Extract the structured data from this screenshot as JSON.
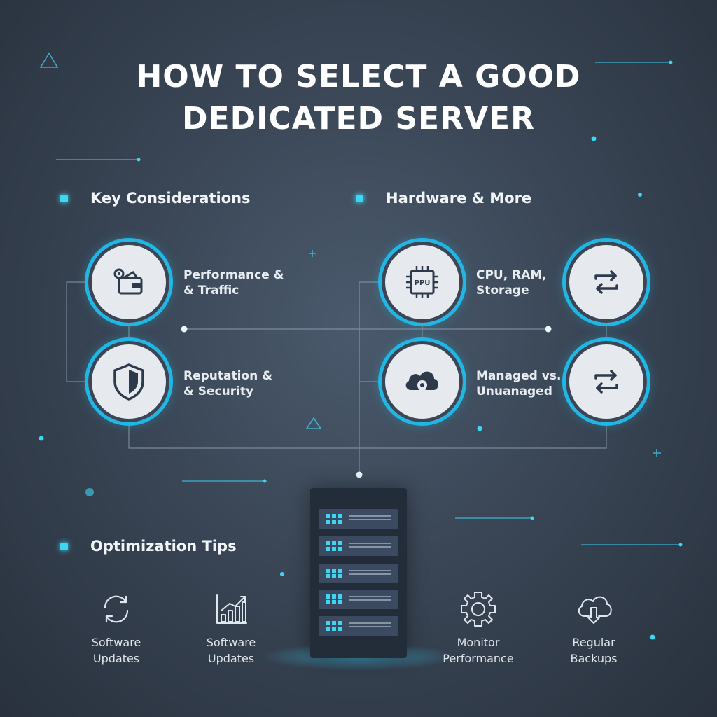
{
  "title": {
    "line1": "HOW TO SELECT A GOOD",
    "line2": "DEDICATED SERVER"
  },
  "colors": {
    "accent": "#1fb8e6",
    "glow": "#3fd6f2",
    "background": "#3a4656"
  },
  "sections": {
    "key": {
      "heading": "Key Considerations"
    },
    "hardware": {
      "heading": "Hardware & More"
    },
    "optimization": {
      "heading": "Optimization Tips"
    }
  },
  "nodes": {
    "performance": {
      "icon": "wallet-gear-icon",
      "line1": "Performance &",
      "line2": "& Traffic"
    },
    "reputation": {
      "icon": "shield-icon",
      "line1": "Reputation &",
      "line2": "& Security"
    },
    "cpu": {
      "icon": "cpu-chip-icon",
      "chip_text": "PPU",
      "line1": "CPU, RAM,",
      "line2": "Storage"
    },
    "managed": {
      "icon": "cloud-location-icon",
      "line1": "Managed vs.",
      "line2": "Unuanaged"
    },
    "sync_top": {
      "icon": "arrows-swap-icon"
    },
    "sync_bottom": {
      "icon": "arrows-swap-icon"
    }
  },
  "tips": [
    {
      "icon": "refresh-icon",
      "line1": "Software",
      "line2": "Updates"
    },
    {
      "icon": "bar-chart-icon",
      "line1": "Software",
      "line2": "Updates"
    },
    {
      "icon": "monitor-gear-icon",
      "line1": "Monitor",
      "line2": "Performance"
    },
    {
      "icon": "cloud-download-icon",
      "line1": "Regular",
      "line2": "Backups"
    }
  ],
  "server": {
    "icon": "server-rack-icon"
  }
}
